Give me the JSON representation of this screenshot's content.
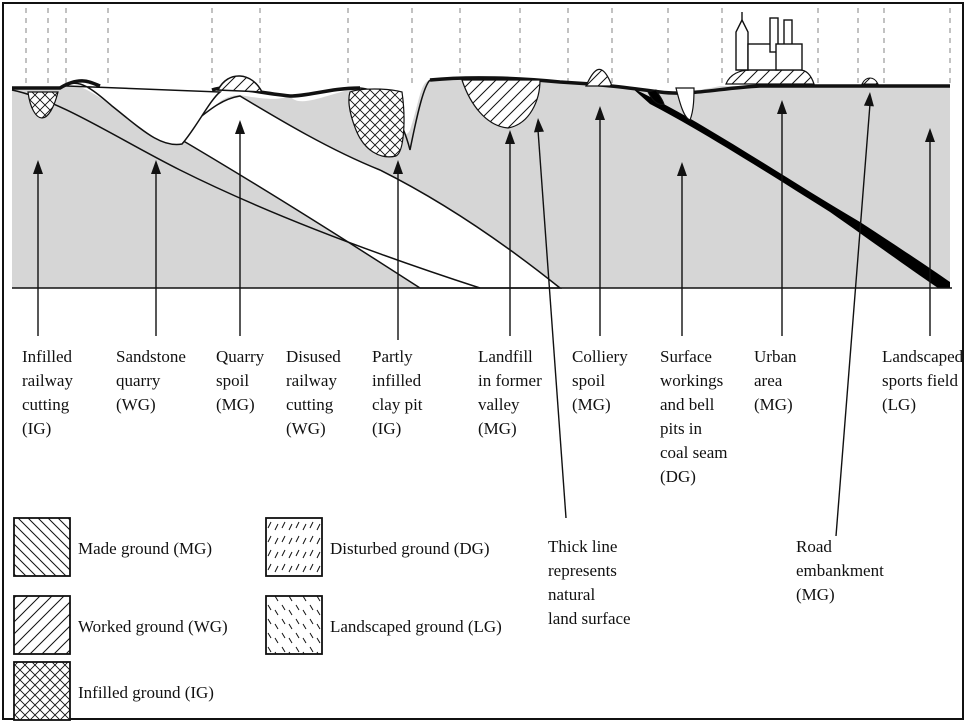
{
  "labels": [
    {
      "id": "infilled-railway-cutting",
      "lines": [
        "Infilled",
        "railway",
        "cutting",
        "(IG)"
      ]
    },
    {
      "id": "sandstone-quarry",
      "lines": [
        "Sandstone",
        "quarry",
        "(WG)"
      ]
    },
    {
      "id": "quarry-spoil",
      "lines": [
        "Quarry",
        "spoil",
        "(MG)"
      ]
    },
    {
      "id": "disused-railway-cutting",
      "lines": [
        "Disused",
        "railway",
        "cutting",
        "(WG)"
      ]
    },
    {
      "id": "partly-infilled-clay-pit",
      "lines": [
        "Partly",
        "infilled",
        "clay pit",
        "(IG)"
      ]
    },
    {
      "id": "landfill-former-valley",
      "lines": [
        "Landfill",
        "in former",
        "valley",
        "(MG)"
      ]
    },
    {
      "id": "colliery-spoil",
      "lines": [
        "Colliery",
        "spoil",
        "(MG)"
      ]
    },
    {
      "id": "surface-workings",
      "lines": [
        "Surface",
        "workings",
        "and bell",
        "pits in",
        "coal seam",
        "(DG)"
      ]
    },
    {
      "id": "urban-area",
      "lines": [
        "Urban",
        "area",
        "(MG)"
      ]
    },
    {
      "id": "landscaped-sports-field",
      "lines": [
        "Landscaped",
        "sports field",
        "(LG)"
      ]
    },
    {
      "id": "thick-line",
      "lines": [
        "Thick line",
        "represents",
        "natural",
        "land surface"
      ]
    },
    {
      "id": "road-embankment",
      "lines": [
        "Road",
        "embankment",
        "(MG)"
      ]
    }
  ],
  "legend": [
    {
      "id": "made-ground",
      "label": "Made ground (MG)",
      "pattern": "made"
    },
    {
      "id": "worked-ground",
      "label": "Worked ground (WG)",
      "pattern": "worked"
    },
    {
      "id": "infilled-ground",
      "label": "Infilled ground (IG)",
      "pattern": "infilled"
    },
    {
      "id": "disturbed-ground",
      "label": "Disturbed ground (DG)",
      "pattern": "disturbed"
    },
    {
      "id": "landscaped-ground",
      "label": "Landscaped ground (LG)",
      "pattern": "landscaped"
    }
  ],
  "colors": {
    "ground_fill": "#d6d6d6",
    "line": "#111111",
    "coal_seam": "#000000"
  }
}
